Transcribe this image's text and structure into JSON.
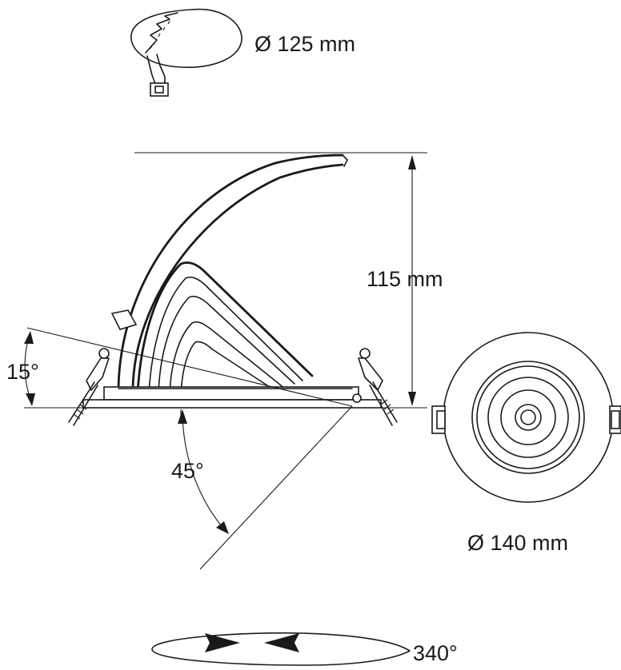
{
  "labels": {
    "cutout_diameter": "Ø 125 mm",
    "height": "115 mm",
    "tilt_up": "15°",
    "tilt_down": "45°",
    "outer_diameter": "Ø 140 mm",
    "rotation": "340°"
  },
  "colors": {
    "line": "#1a1a1a",
    "background": "#ffffff"
  },
  "icons": {
    "cutout": "cutout-spring-icon",
    "rotation": "rotation-arrows-icon"
  }
}
